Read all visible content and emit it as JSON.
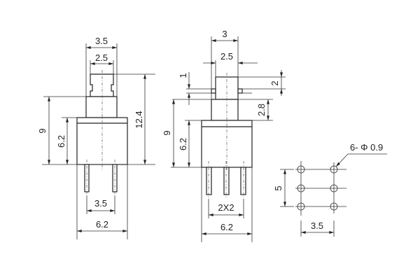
{
  "side_view": {
    "dims": {
      "actuator_outer": "3.5",
      "actuator_inner": "2.5",
      "total_height": "12.4",
      "upper_height": "9",
      "body_height": "6.2",
      "pin_pitch": "3.5",
      "body_width": "6.2"
    }
  },
  "front_view": {
    "dims": {
      "actuator_width": "3",
      "actuator_inner": "2.5",
      "slot": "1",
      "top_height": "2",
      "stem_height": "2.8",
      "upper_height": "9",
      "body_height": "6.2",
      "pin_pitch": "2X2",
      "body_width": "6.2"
    }
  },
  "footprint": {
    "dims": {
      "hole_note": "6- Φ 0.9",
      "row_span": "5",
      "col_pitch": "3.5"
    }
  }
}
